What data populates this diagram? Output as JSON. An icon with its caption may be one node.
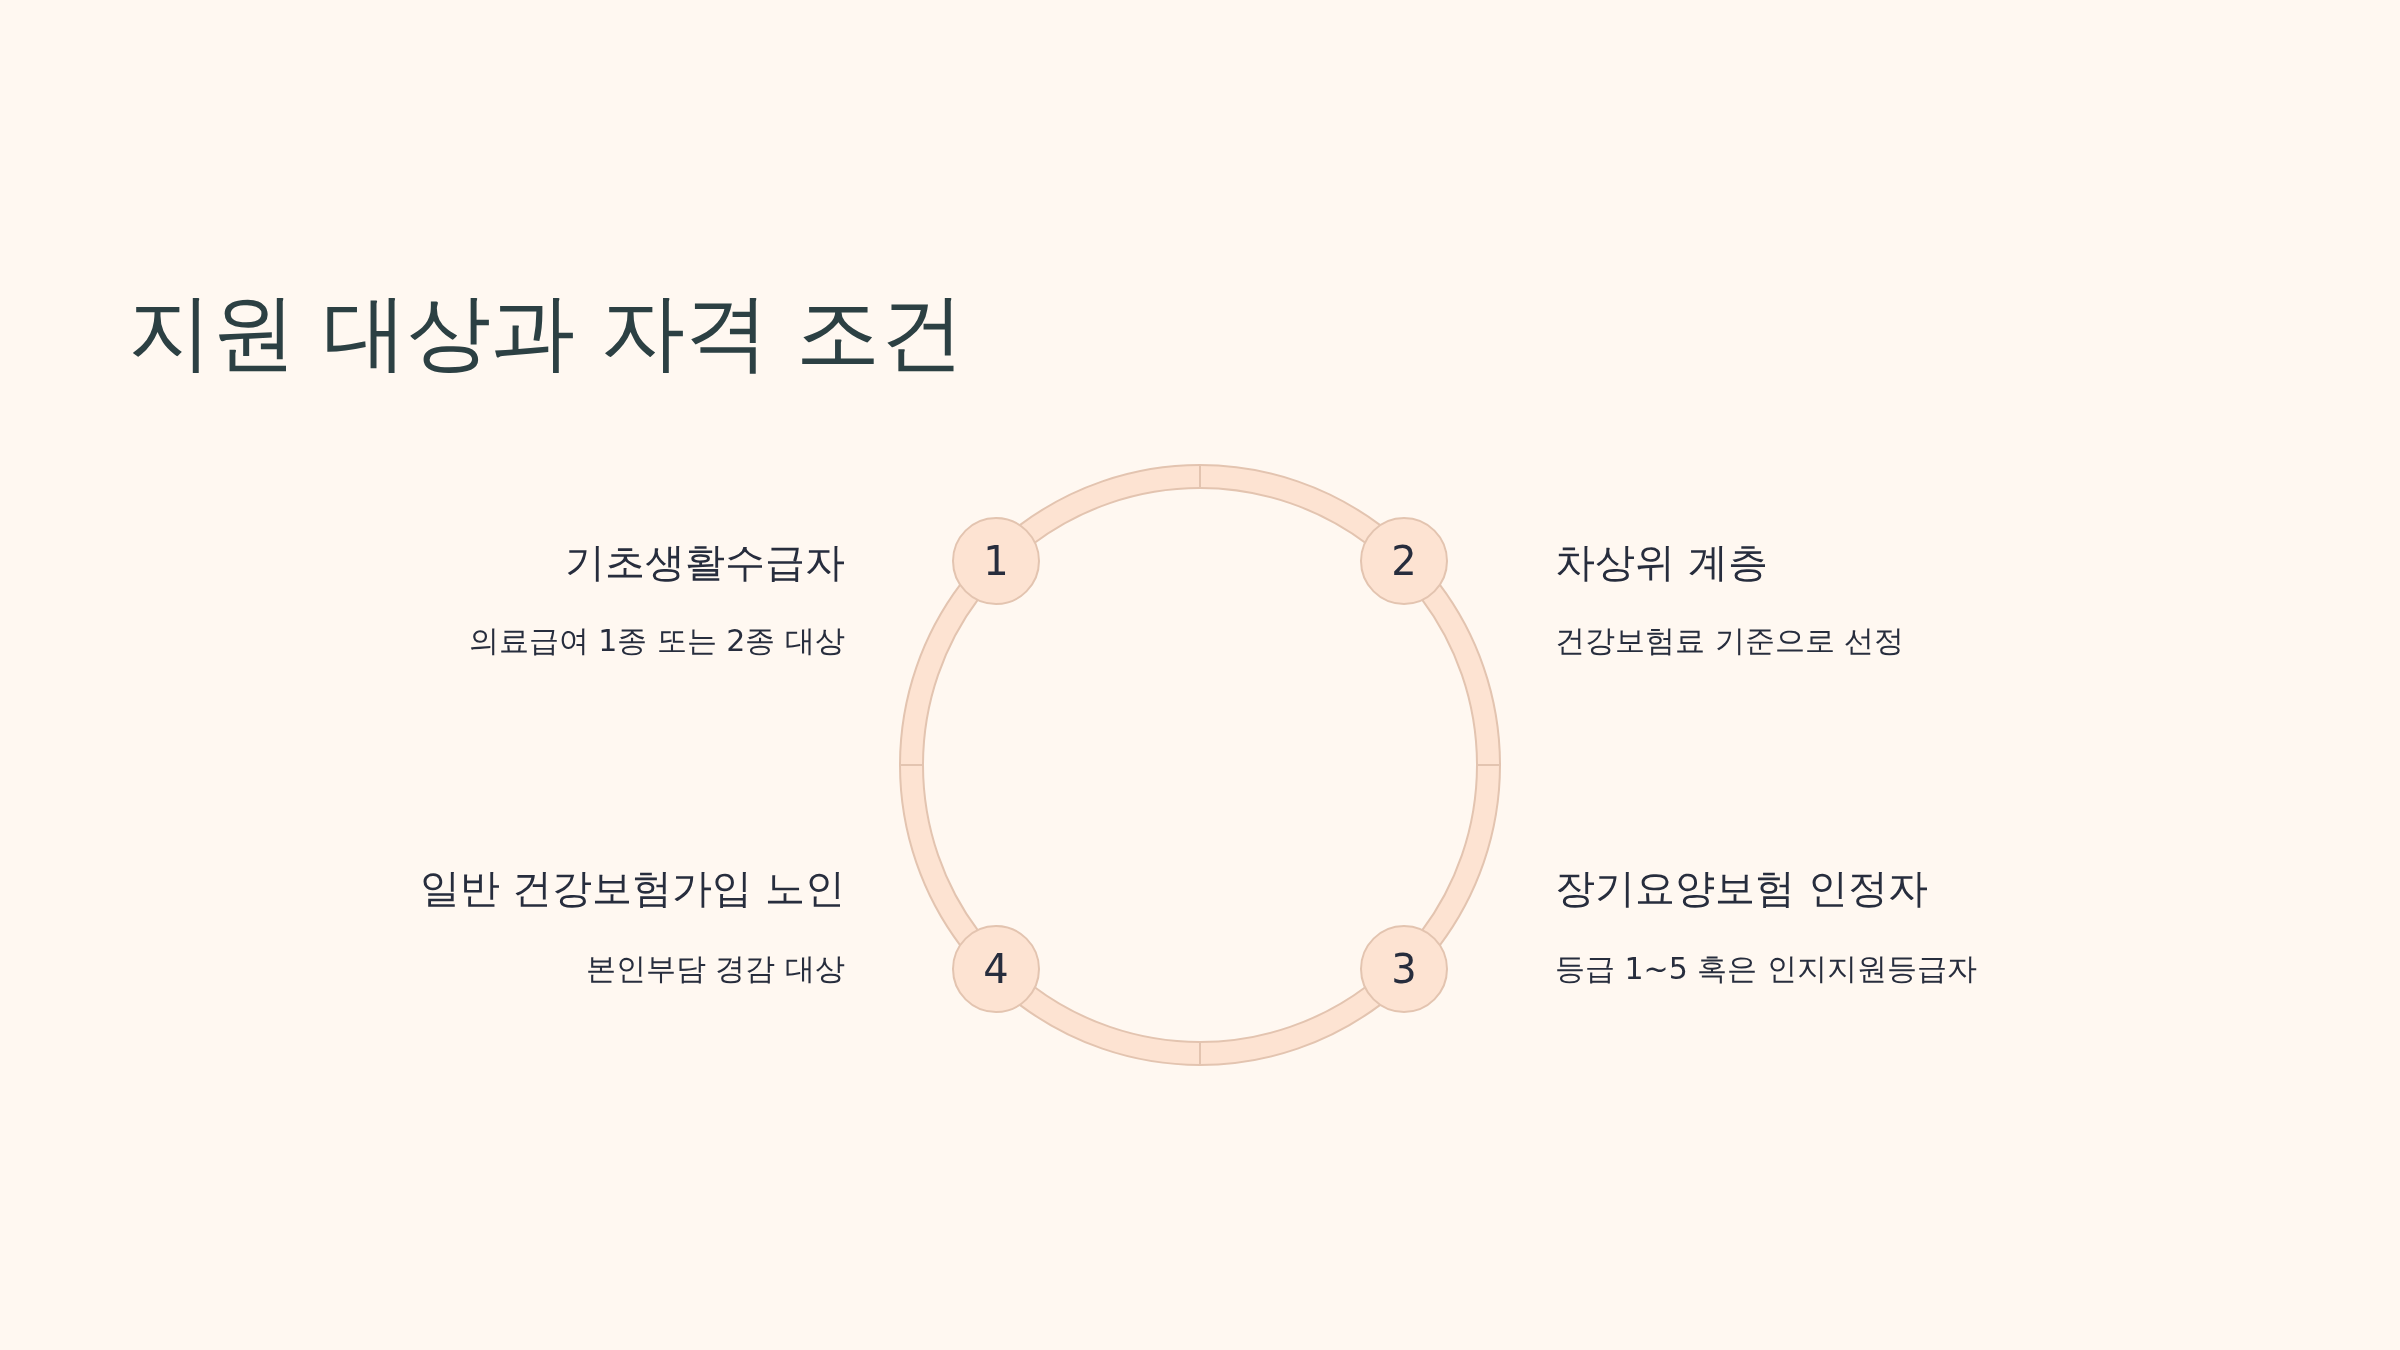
{
  "diagram": {
    "title": "지원 대상과 자격 조건",
    "nodes": [
      {
        "text": [
          "1"
        ],
        "beside": [
          "기초생활수급자",
          "의료급여 1종 또는 2종 대상"
        ]
      },
      {
        "text": [
          "2"
        ],
        "beside": [
          "차상위 계층",
          "건강보험료 기준으로 선정"
        ]
      },
      {
        "text": [
          "3"
        ],
        "beside": [
          "장기요양보험 인정자",
          "등급 1~5 혹은 인지지원등급자"
        ]
      },
      {
        "text": [
          "4"
        ],
        "beside": [
          "일반 건강보험가입 노인",
          "본인부담 경감 대상"
        ]
      }
    ],
    "edges": [
      {
        "from": 0,
        "to": 1,
        "arrow": "none"
      },
      {
        "from": 1,
        "to": 2,
        "arrow": "none"
      },
      {
        "from": 2,
        "to": 3,
        "arrow": "none"
      },
      {
        "from": 3,
        "to": 0,
        "arrow": "none"
      }
    ]
  }
}
